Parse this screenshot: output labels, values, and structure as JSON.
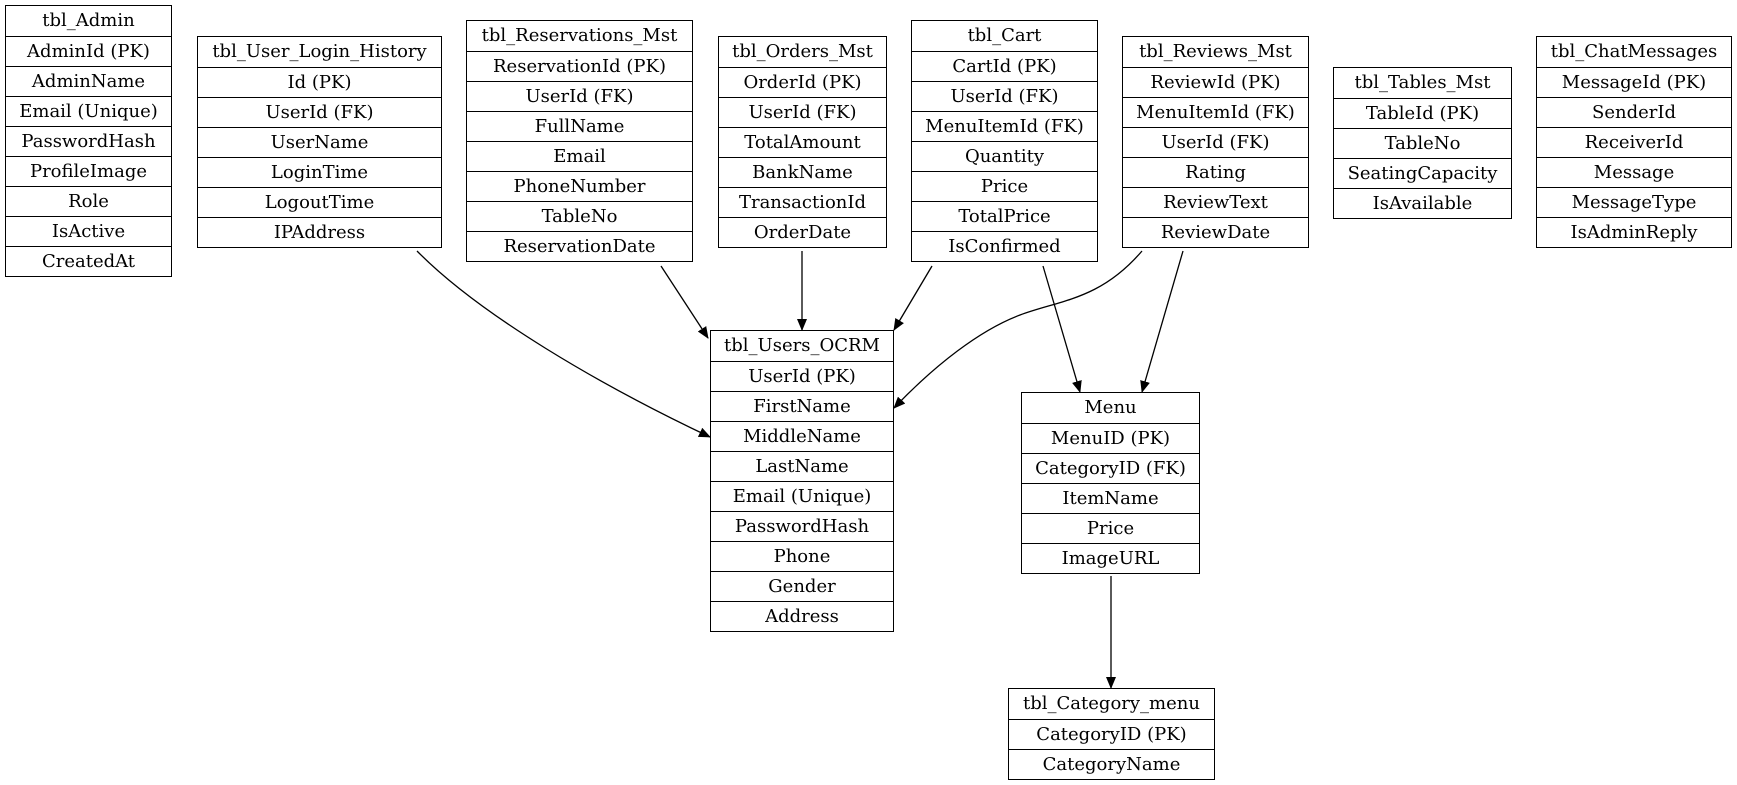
{
  "tables": [
    {
      "id": "tbl_admin",
      "name": "tbl_Admin",
      "fields": [
        "AdminId (PK)",
        "AdminName",
        "Email (Unique)",
        "PasswordHash",
        "ProfileImage",
        "Role",
        "IsActive",
        "CreatedAt"
      ]
    },
    {
      "id": "tbl_user_login_history",
      "name": "tbl_User_Login_History",
      "fields": [
        "Id (PK)",
        "UserId (FK)",
        "UserName",
        "LoginTime",
        "LogoutTime",
        "IPAddress"
      ]
    },
    {
      "id": "tbl_reservations_mst",
      "name": "tbl_Reservations_Mst",
      "fields": [
        "ReservationId (PK)",
        "UserId (FK)",
        "FullName",
        "Email",
        "PhoneNumber",
        "TableNo",
        "ReservationDate"
      ]
    },
    {
      "id": "tbl_orders_mst",
      "name": "tbl_Orders_Mst",
      "fields": [
        "OrderId (PK)",
        "UserId (FK)",
        "TotalAmount",
        "BankName",
        "TransactionId",
        "OrderDate"
      ]
    },
    {
      "id": "tbl_cart",
      "name": "tbl_Cart",
      "fields": [
        "CartId (PK)",
        "UserId (FK)",
        "MenuItemId (FK)",
        "Quantity",
        "Price",
        "TotalPrice",
        "IsConfirmed"
      ]
    },
    {
      "id": "tbl_reviews_mst",
      "name": "tbl_Reviews_Mst",
      "fields": [
        "ReviewId (PK)",
        "MenuItemId (FK)",
        "UserId (FK)",
        "Rating",
        "ReviewText",
        "ReviewDate"
      ]
    },
    {
      "id": "tbl_tables_mst",
      "name": "tbl_Tables_Mst",
      "fields": [
        "TableId (PK)",
        "TableNo",
        "SeatingCapacity",
        "IsAvailable"
      ]
    },
    {
      "id": "tbl_chatmessages",
      "name": "tbl_ChatMessages",
      "fields": [
        "MessageId (PK)",
        "SenderId",
        "ReceiverId",
        "Message",
        "MessageType",
        "IsAdminReply"
      ]
    },
    {
      "id": "tbl_users_ocrm",
      "name": "tbl_Users_OCRM",
      "fields": [
        "UserId (PK)",
        "FirstName",
        "MiddleName",
        "LastName",
        "Email (Unique)",
        "PasswordHash",
        "Phone",
        "Gender",
        "Address"
      ]
    },
    {
      "id": "menu",
      "name": "Menu",
      "fields": [
        "MenuID (PK)",
        "CategoryID (FK)",
        "ItemName",
        "Price",
        "ImageURL"
      ]
    },
    {
      "id": "tbl_category_menu",
      "name": "tbl_Category_menu",
      "fields": [
        "CategoryID (PK)",
        "CategoryName"
      ]
    }
  ],
  "relations": [
    {
      "from": "tbl_User_Login_History",
      "to": "tbl_Users_OCRM"
    },
    {
      "from": "tbl_Reservations_Mst",
      "to": "tbl_Users_OCRM"
    },
    {
      "from": "tbl_Orders_Mst",
      "to": "tbl_Users_OCRM"
    },
    {
      "from": "tbl_Cart",
      "to": "tbl_Users_OCRM"
    },
    {
      "from": "tbl_Cart",
      "to": "Menu"
    },
    {
      "from": "tbl_Reviews_Mst",
      "to": "tbl_Users_OCRM"
    },
    {
      "from": "tbl_Reviews_Mst",
      "to": "Menu"
    },
    {
      "from": "Menu",
      "to": "tbl_Category_menu"
    }
  ],
  "colors": {
    "line": "#000000",
    "background": "#ffffff"
  }
}
